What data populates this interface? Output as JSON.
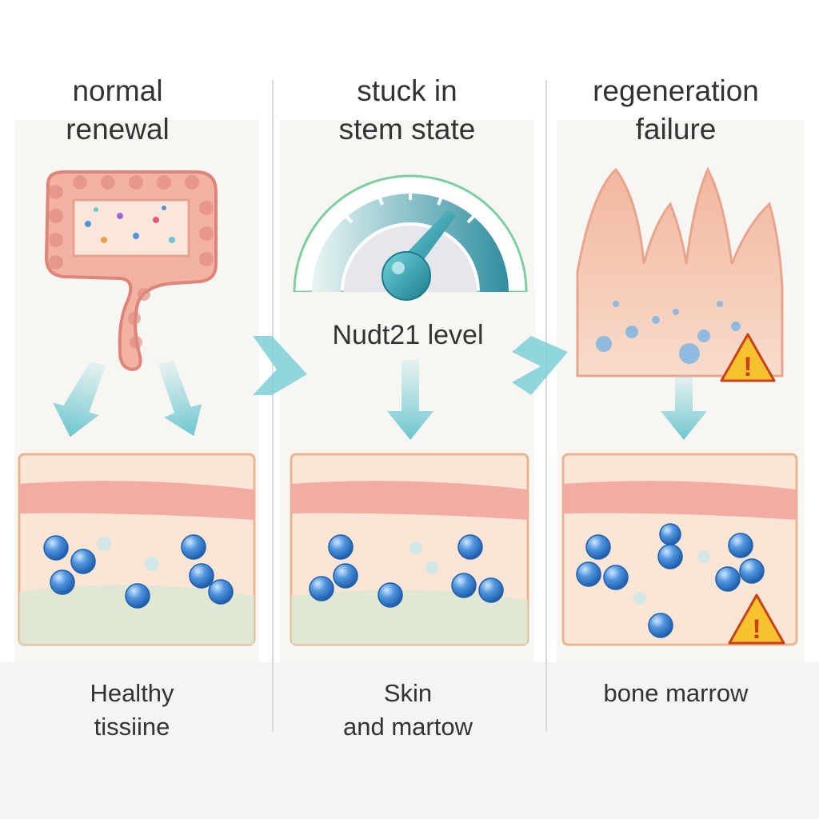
{
  "panels": [
    {
      "title": "normal\nrenewal",
      "caption": "Healthy\ntissiine"
    },
    {
      "title": "stuck in\nstem state",
      "caption": "Skin\nand martow",
      "gauge_label": "Nudt21 level"
    },
    {
      "title": "regeneration\nfailure",
      "caption": "bone marrow"
    }
  ],
  "colors": {
    "arrow": "#7ccfd6",
    "tissue_pink": "#f2a9a0",
    "cell_blue": "#3d82d1",
    "warning": "#f6c22d",
    "gauge_teal": "#3aa3b0"
  },
  "icons": [
    "intestine-icon",
    "gauge-icon",
    "villi-icon",
    "tissue-section-icon",
    "warning-icon",
    "down-arrow-icon",
    "right-arrow-icon"
  ]
}
